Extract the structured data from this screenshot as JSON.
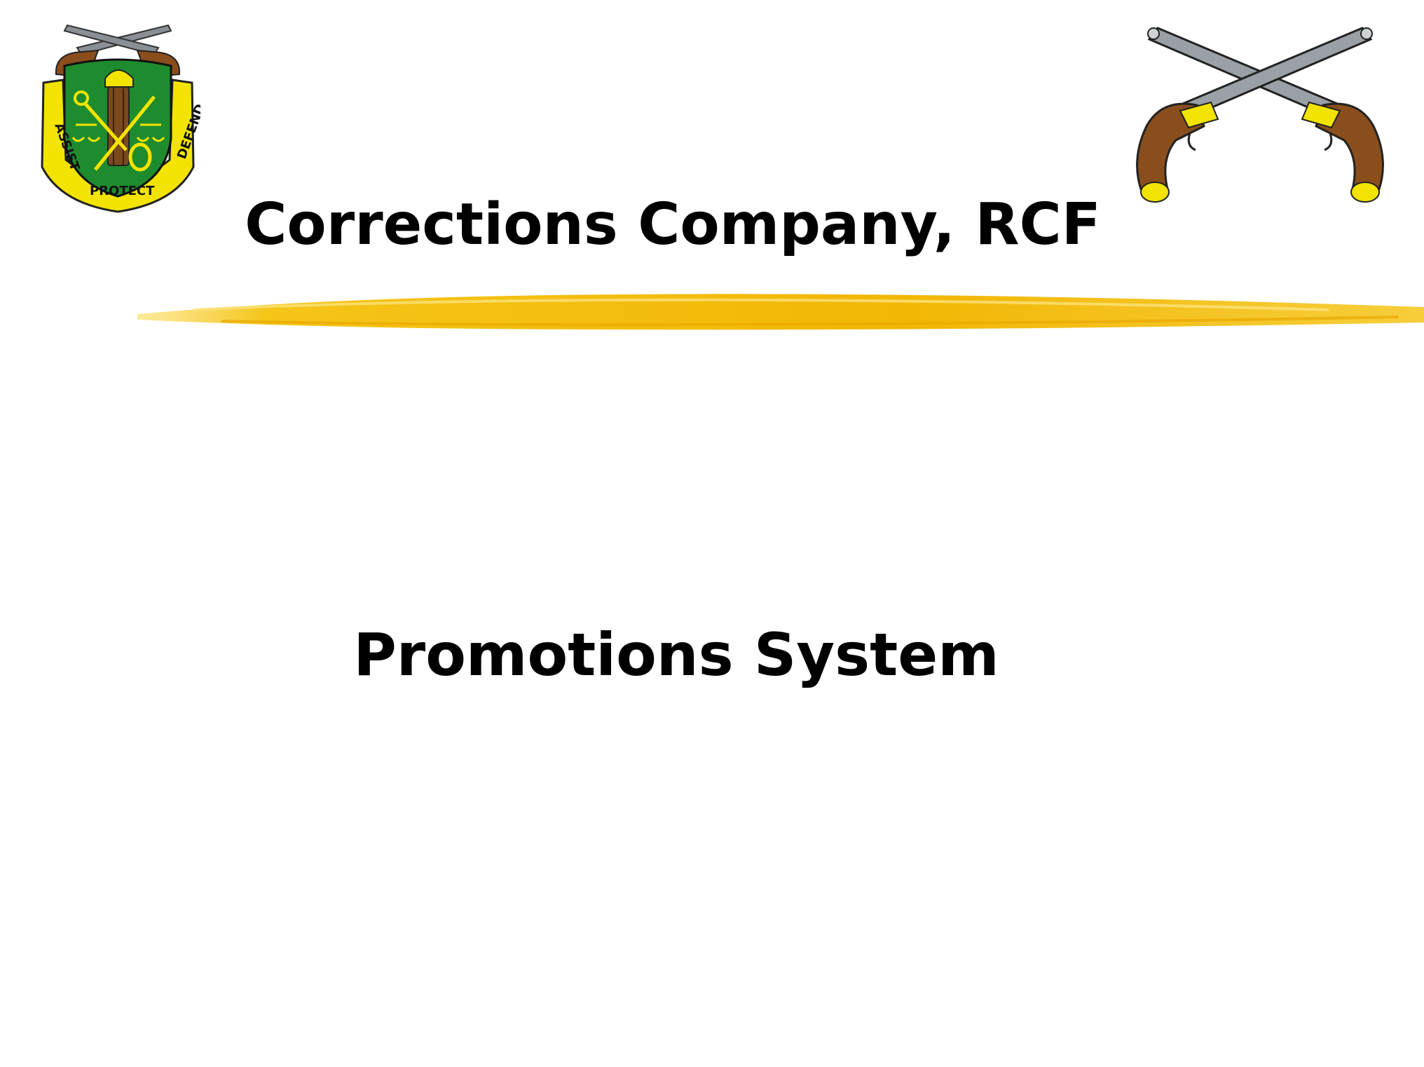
{
  "slide": {
    "title": "Corrections Company, RCF",
    "subtitle": "Promotions System"
  },
  "crest": {
    "icon": "military-police-regimental-crest-icon",
    "motto_left": "ASSIST",
    "motto_bottom": "PROTECT",
    "motto_right": "DEFEND"
  },
  "pistols": {
    "icon": "crossed-pistols-icon"
  },
  "underline": {
    "icon": "yellow-brush-stroke",
    "color": "#F5C518"
  },
  "colors": {
    "shield_green": "#1E8C2E",
    "gold": "#F2E400",
    "text": "#000000"
  }
}
